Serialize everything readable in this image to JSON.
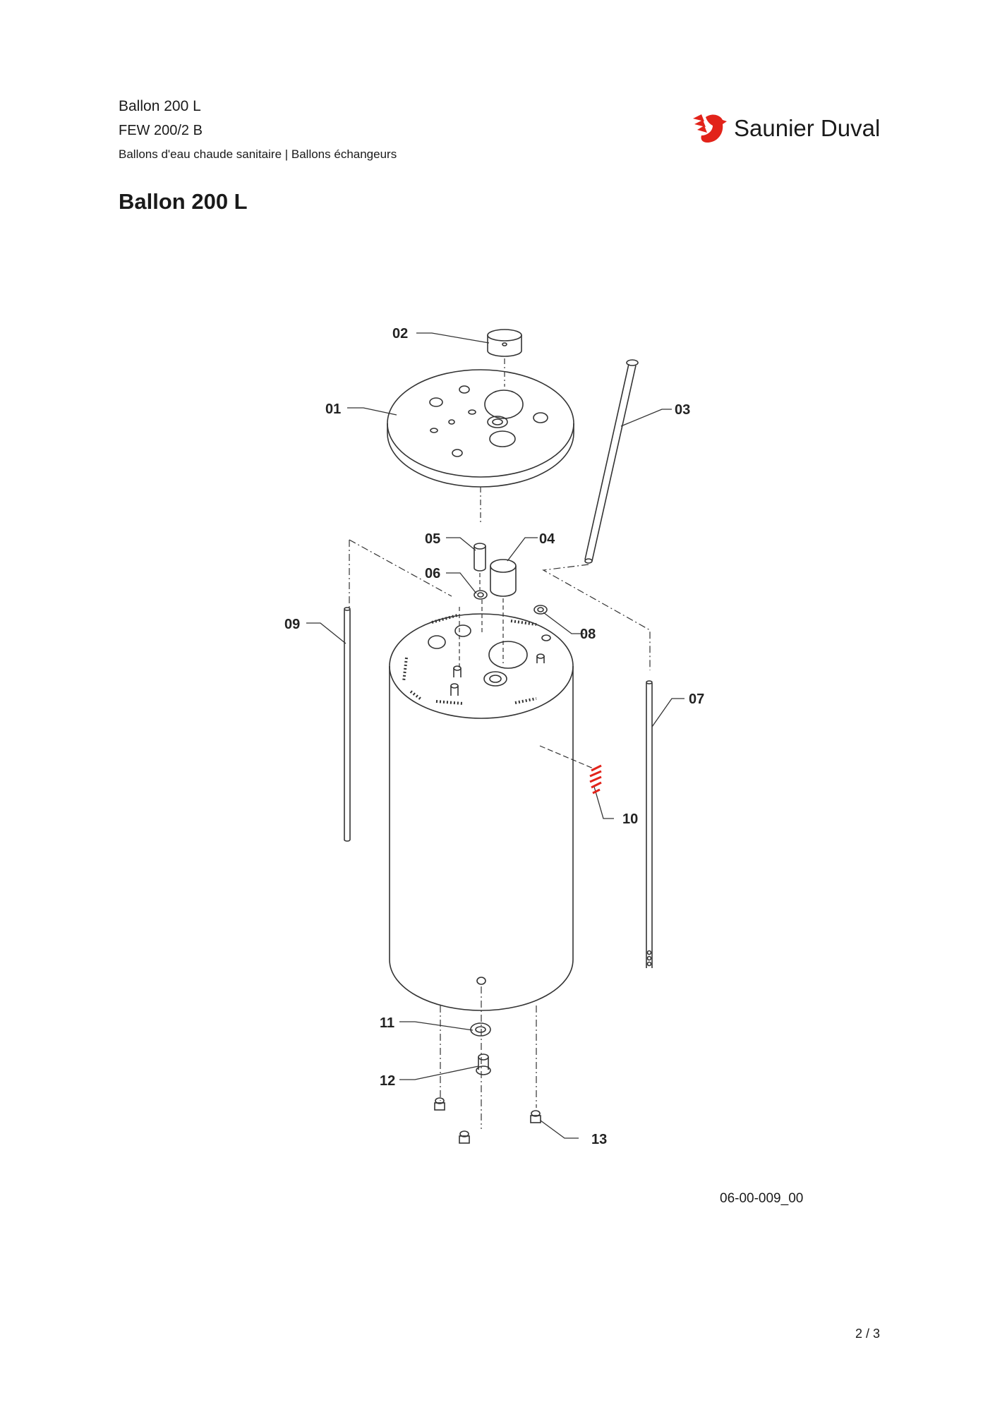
{
  "header": {
    "product": "Ballon 200 L",
    "model": "FEW 200/2 B",
    "category": "Ballons d'eau chaude sanitaire | Ballons échangeurs"
  },
  "brand": {
    "name": "Saunier Duval",
    "color": "#e2231a",
    "logo_icon": "rooster-icon"
  },
  "title": "Ballon 200 L",
  "callouts": {
    "c01": "01",
    "c02": "02",
    "c03": "03",
    "c04": "04",
    "c05": "05",
    "c06": "06",
    "c07": "07",
    "c08": "08",
    "c09": "09",
    "c10": "10",
    "c11": "11",
    "c12": "12",
    "c13": "13"
  },
  "drawing_reference": "06-00-009_00",
  "page_number": "2 / 3"
}
